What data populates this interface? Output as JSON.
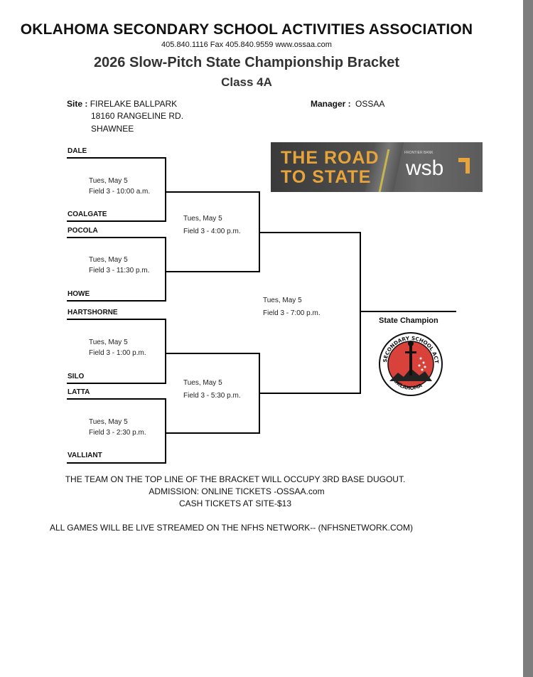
{
  "header": {
    "org": "OKLAHOMA SECONDARY SCHOOL ACTIVITIES ASSOCIATION",
    "contact": "405.840.1116   Fax 405.840.9559  www.ossaa.com",
    "title": "2026 Slow-Pitch State Championship Bracket",
    "class": "Class 4A"
  },
  "site": {
    "label": "Site :",
    "lines": [
      "FIRELAKE BALLPARK",
      "18160 RANGELINE RD.",
      "SHAWNEE"
    ]
  },
  "manager": {
    "label": "Manager :",
    "value": "OSSAA"
  },
  "teams": [
    "DALE",
    "COALGATE",
    "POCOLA",
    "HOWE",
    "HARTSHORNE",
    "SILO",
    "LATTA",
    "VALLIANT"
  ],
  "games": {
    "r1": [
      {
        "day": "Tues, May 5",
        "time": "Field 3 - 10:00 a.m."
      },
      {
        "day": "Tues, May 5",
        "time": "Field 3 - 11:30 p.m."
      },
      {
        "day": "Tues, May 5",
        "time": "Field 3 - 1:00 p.m."
      },
      {
        "day": "Tues, May 5",
        "time": "Field 3 - 2:30 p.m."
      }
    ],
    "r2": [
      {
        "day": "Tues, May 5",
        "time": "Field 3 - 4:00 p.m."
      },
      {
        "day": "Tues, May 5",
        "time": "Field 3 - 5:30 p.m."
      }
    ],
    "final": {
      "day": "Tues, May 5",
      "time": "Field 3 - 7:00 p.m."
    }
  },
  "banner": {
    "line1": "THE ROAD",
    "line2": "TO STATE",
    "brand": "wsb",
    "small": "FRONTIER BANK"
  },
  "champion": {
    "label": "State Champion",
    "seal_text": "SECONDARY SCHOOL ACTIVITIES ASSOCIATION",
    "seal_bottom": "OKLAHOMA"
  },
  "footer": {
    "line1": "THE  TEAM ON THE TOP LINE OF THE BRACKET WILL OCCUPY 3RD BASE DUGOUT.",
    "line2": "ADMISSION: ONLINE TICKETS -OSSAA.com",
    "line3": "CASH TICKETS AT SITE-$13",
    "line4": "ALL GAMES WILL BE LIVE STREAMED ON THE NFHS NETWORK-- (NFHSNETWORK.COM)"
  },
  "colors": {
    "banner_text": "#e7a43a",
    "seal_red": "#d9423a",
    "divider": "#7d7d7d"
  }
}
